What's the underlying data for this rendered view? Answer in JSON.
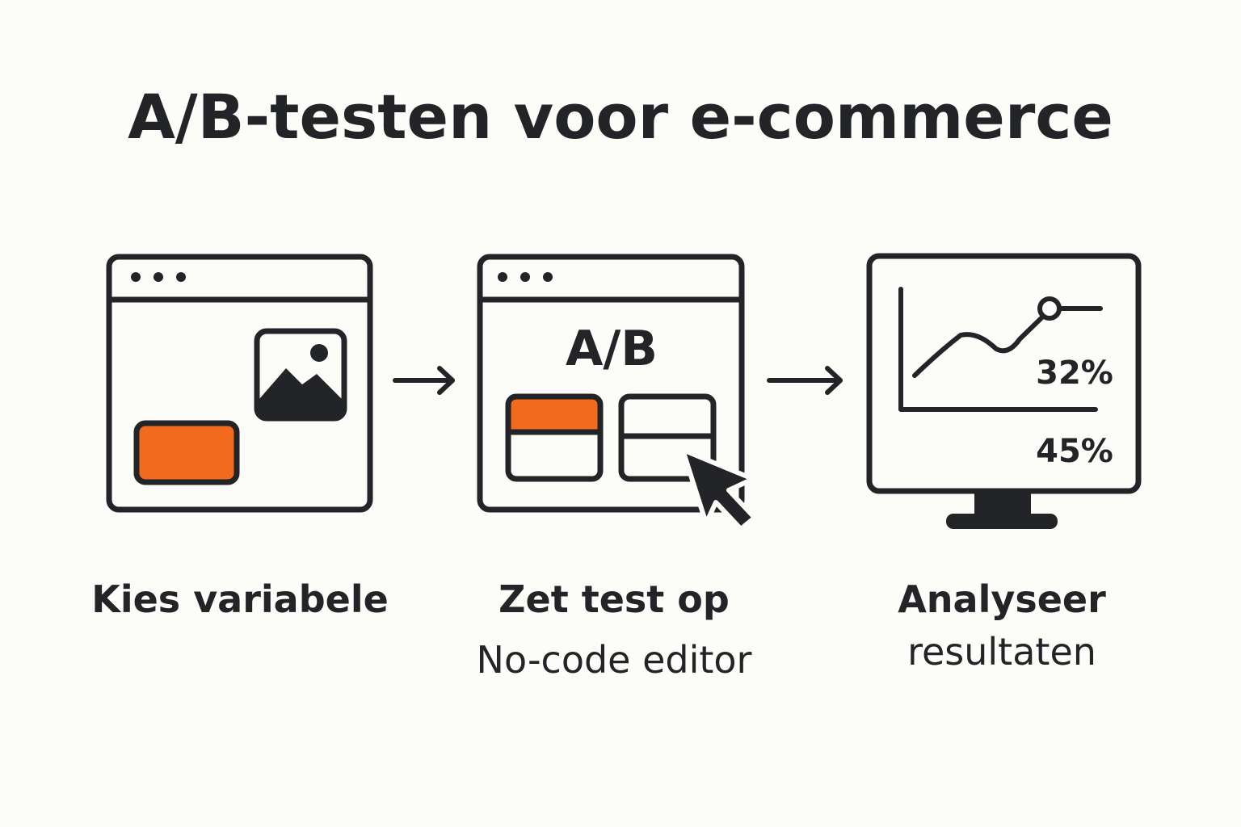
{
  "title": "A/B-testen voor e-commerce",
  "steps": [
    {
      "label": "Kies variabele",
      "sublabel": ""
    },
    {
      "label": "Zet test op",
      "sublabel": "No-code editor",
      "badge": "A/B"
    },
    {
      "label": "Analyseer",
      "sublabel": "resultaten",
      "stats": [
        "32%",
        "45%"
      ]
    }
  ],
  "icons": [
    "browser-window-icon",
    "image-icon",
    "arrow-right-icon",
    "browser-window-icon",
    "cursor-icon",
    "arrow-right-icon",
    "monitor-icon",
    "line-chart-icon"
  ],
  "colors": {
    "accent": "#f26b1d",
    "ink": "#222428",
    "background": "#fcfcf8"
  }
}
